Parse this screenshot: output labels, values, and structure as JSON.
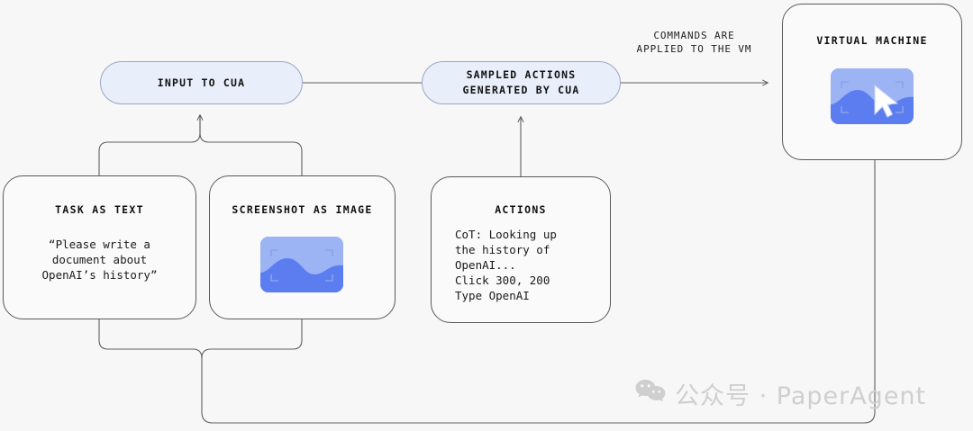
{
  "diagram": {
    "title_caption": "COMMANDS ARE\nAPPLIED TO THE VM",
    "nodes": {
      "input_to_cua": {
        "label": "INPUT TO CUA"
      },
      "sampled_actions": {
        "label": "SAMPLED ACTIONS\nGENERATED BY CUA"
      },
      "virtual_machine": {
        "label": "VIRTUAL MACHINE",
        "icon": "screenshot-with-cursor-icon"
      },
      "task_as_text": {
        "title": "TASK AS TEXT",
        "body": "“Please write a\ndocument about\nOpenAI’s history”"
      },
      "screenshot_as_image": {
        "title": "SCREENSHOT AS IMAGE",
        "icon": "screenshot-icon"
      },
      "actions": {
        "title": "ACTIONS",
        "body": "CoT: Looking up\nthe history of\nOpenAI...\nClick 300, 200\nType OpenAI"
      }
    }
  },
  "watermark": {
    "icon": "wechat-icon",
    "text": "公众号 · PaperAgent"
  },
  "colors": {
    "background": "#f7f7f7",
    "pill_fill": "#e9eefb",
    "pill_border": "#9aa6c4",
    "card_border": "#5a5a5a",
    "wire": "#5f5f5f",
    "icon_sky": "#9cb3f4",
    "icon_wave": "#5b7df0",
    "watermark": "#cfcfcf"
  }
}
